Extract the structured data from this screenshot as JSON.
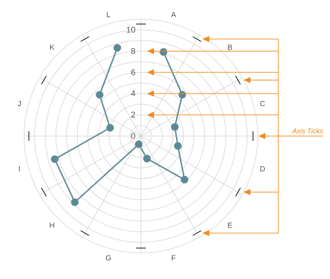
{
  "chart_data": {
    "type": "radar",
    "categories": [
      "A",
      "B",
      "C",
      "D",
      "E",
      "F",
      "G",
      "H",
      "I",
      "J",
      "K",
      "L"
    ],
    "series": [
      {
        "values": [
          8.2,
          5.5,
          3.3,
          3.6,
          5.8,
          2.2,
          0.8,
          8.8,
          8.4,
          3.0,
          5.5,
          8.6
        ]
      }
    ],
    "radial_ticks": [
      "0",
      "2",
      "4",
      "6",
      "8",
      "10"
    ],
    "rlim": [
      0,
      11
    ],
    "grid": true,
    "annotation": {
      "text": "Axis Ticks"
    },
    "colors": {
      "series": "#5c8a94",
      "grid": "#d9d9d9",
      "annotation": "#f28a1c",
      "axis_tick": "#222222"
    }
  }
}
